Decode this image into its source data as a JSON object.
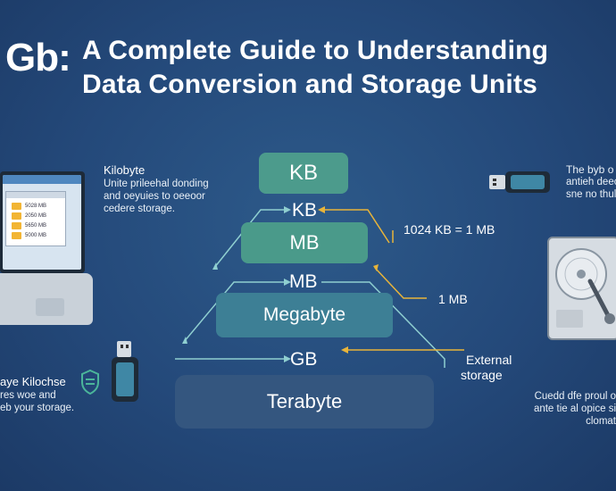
{
  "title": {
    "prefix": "Gb:",
    "line1": "A Complete Guide to Understanding",
    "line2": "Data Conversion and Storage Units"
  },
  "pyramid": {
    "kb_box": "KB",
    "kb_label": "KB",
    "mb_box": "MB",
    "mb_label": "MB",
    "megabyte_box": "Megabyte",
    "gb_label": "GB",
    "terabyte_box": "Terabyte"
  },
  "annotations": {
    "conversion": "1024 KB = 1 MB",
    "one_mb": "1 MB",
    "external_line1": "External",
    "external_line2": "storage"
  },
  "kilobyte_note": {
    "heading": "Kilobyte",
    "line1": "Unite prileehal donding",
    "line2": "and oeyuies to oeeoor",
    "line3": "cedere storage."
  },
  "left_note": {
    "line1": "aye Kilochse",
    "line2": "res woe and",
    "line3": "eb your storage."
  },
  "right_top_note": {
    "line1": "The byb o",
    "line2": "antieh deec",
    "line3": "sne no thula"
  },
  "right_bottom_note": {
    "line1": "Cuedd dfe proul o",
    "line2": "ante tie al opice si",
    "line3": "clomat"
  },
  "laptop_files": [
    {
      "label": "5028 MB"
    },
    {
      "label": "2050 MB"
    },
    {
      "label": "5650 MB"
    },
    {
      "label": "5000 MB"
    }
  ],
  "colors": {
    "background": "#24497a",
    "kb_box": "#4c9b8c",
    "mb_box": "#4a9a8a",
    "megabyte_box": "#3d7f95",
    "terabyte_box": "#34567f",
    "arrow_yellow": "#e8b43a",
    "arrow_teal": "#8fcfd0"
  },
  "icons": [
    "laptop-icon",
    "usb-drive-icon",
    "usb-drive-icon",
    "hard-drive-icon",
    "shield-icon"
  ]
}
